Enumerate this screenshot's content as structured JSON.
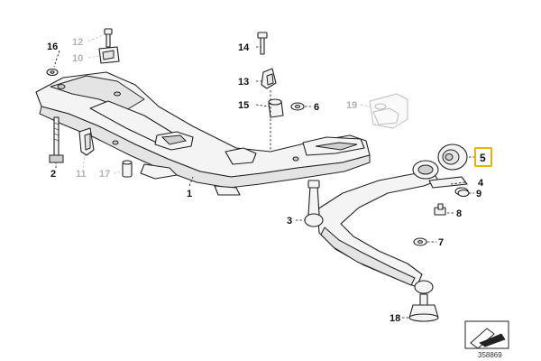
{
  "diagram": {
    "diagram_id": "358869",
    "highlighted_callout": "5",
    "callouts": [
      {
        "id": "c1",
        "label": "1",
        "muted": false
      },
      {
        "id": "c2",
        "label": "2",
        "muted": false
      },
      {
        "id": "c3",
        "label": "3",
        "muted": false
      },
      {
        "id": "c4",
        "label": "4",
        "muted": false
      },
      {
        "id": "c5",
        "label": "5",
        "muted": false
      },
      {
        "id": "c6",
        "label": "6",
        "muted": false
      },
      {
        "id": "c7",
        "label": "7",
        "muted": false
      },
      {
        "id": "c8",
        "label": "8",
        "muted": false
      },
      {
        "id": "c9",
        "label": "9",
        "muted": false
      },
      {
        "id": "c10",
        "label": "10",
        "muted": true
      },
      {
        "id": "c11",
        "label": "11",
        "muted": true
      },
      {
        "id": "c12",
        "label": "12",
        "muted": true
      },
      {
        "id": "c13",
        "label": "13",
        "muted": false
      },
      {
        "id": "c14",
        "label": "14",
        "muted": false
      },
      {
        "id": "c15",
        "label": "15",
        "muted": false
      },
      {
        "id": "c16",
        "label": "16",
        "muted": false
      },
      {
        "id": "c17",
        "label": "17",
        "muted": true
      },
      {
        "id": "c18",
        "label": "18",
        "muted": false
      },
      {
        "id": "c19",
        "label": "19",
        "muted": true
      }
    ],
    "colors": {
      "highlight_border": "#e8b400",
      "muted_label": "#b3b3b3",
      "line": "#222222"
    }
  }
}
